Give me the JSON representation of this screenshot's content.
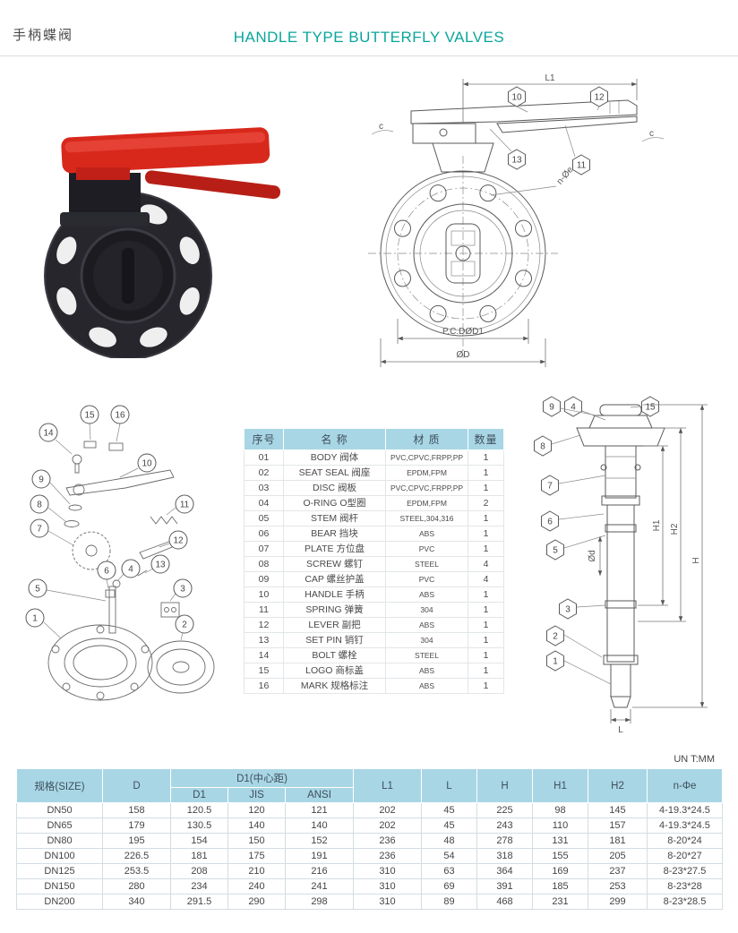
{
  "page": {
    "title_cn": "手柄蝶阀",
    "title_en": "HANDLE TYPE BUTTERFLY VALVES",
    "accent_color": "#0aa69a",
    "table_header_color": "#a9d6e5",
    "handle_color": "#d8281c"
  },
  "front_view": {
    "dim_l1": "L1",
    "callout_10": "10",
    "callout_12": "12",
    "callout_13": "13",
    "callout_11": "11",
    "label_ne": "n-Øe",
    "label_pcd": "P.C.DØD1",
    "label_d": "ØD",
    "mark_c_left": "c",
    "mark_c_right": "c"
  },
  "exploded_view": {
    "callouts": [
      "14",
      "15",
      "16",
      "10",
      "9",
      "8",
      "11",
      "7",
      "12",
      "13",
      "4",
      "6",
      "5",
      "3",
      "1",
      "2"
    ]
  },
  "section_view": {
    "callouts": [
      "9",
      "4",
      "15",
      "8",
      "7",
      "6",
      "5",
      "3",
      "2",
      "1"
    ],
    "dim_h1": "H1",
    "dim_h2": "H2",
    "dim_h": "H",
    "dim_l": "L",
    "dim_d": "Ød"
  },
  "parts_table": {
    "headers": [
      "序号",
      "名 称",
      "材 质",
      "数量"
    ],
    "rows": [
      [
        "01",
        "BODY 阀体",
        "PVC,CPVC,FRPP,PP",
        "1"
      ],
      [
        "02",
        "SEAT SEAL 阀座",
        "EPDM,FPM",
        "1"
      ],
      [
        "03",
        "DISC 阀板",
        "PVC,CPVC,FRPP,PP",
        "1"
      ],
      [
        "04",
        "O-RING O型圈",
        "EPDM,FPM",
        "2"
      ],
      [
        "05",
        "STEM 阀杆",
        "STEEL,304,316",
        "1"
      ],
      [
        "06",
        "BEAR 挡块",
        "ABS",
        "1"
      ],
      [
        "07",
        "PLATE 方位盘",
        "PVC",
        "1"
      ],
      [
        "08",
        "SCREW 螺钉",
        "STEEL",
        "4"
      ],
      [
        "09",
        "CAP 螺丝护盖",
        "PVC",
        "4"
      ],
      [
        "10",
        "HANDLE 手柄",
        "ABS",
        "1"
      ],
      [
        "11",
        "SPRING 弹簧",
        "304",
        "1"
      ],
      [
        "12",
        "LEVER 副把",
        "ABS",
        "1"
      ],
      [
        "13",
        "SET PIN 销钉",
        "304",
        "1"
      ],
      [
        "14",
        "BOLT 螺栓",
        "STEEL",
        "1"
      ],
      [
        "15",
        "LOGO 商标盖",
        "ABS",
        "1"
      ],
      [
        "16",
        "MARK 规格标注",
        "ABS",
        "1"
      ]
    ]
  },
  "size_table": {
    "unit_note": "UN T:MM",
    "header": {
      "size": "规格(SIZE)",
      "d": "D",
      "d1_group": "D1(中心距)",
      "d1": "D1",
      "jis": "JIS",
      "ansi": "ANSI",
      "l1": "L1",
      "l": "L",
      "h": "H",
      "h1": "H1",
      "h2": "H2",
      "ne": "n-Φe"
    },
    "rows": [
      [
        "DN50",
        "158",
        "120.5",
        "120",
        "121",
        "202",
        "45",
        "225",
        "98",
        "145",
        "4-19.3*24.5"
      ],
      [
        "DN65",
        "179",
        "130.5",
        "140",
        "140",
        "202",
        "45",
        "243",
        "110",
        "157",
        "4-19.3*24.5"
      ],
      [
        "DN80",
        "195",
        "154",
        "150",
        "152",
        "236",
        "48",
        "278",
        "131",
        "181",
        "8-20*24"
      ],
      [
        "DN100",
        "226.5",
        "181",
        "175",
        "191",
        "236",
        "54",
        "318",
        "155",
        "205",
        "8-20*27"
      ],
      [
        "DN125",
        "253.5",
        "208",
        "210",
        "216",
        "310",
        "63",
        "364",
        "169",
        "237",
        "8-23*27.5"
      ],
      [
        "DN150",
        "280",
        "234",
        "240",
        "241",
        "310",
        "69",
        "391",
        "185",
        "253",
        "8-23*28"
      ],
      [
        "DN200",
        "340",
        "291.5",
        "290",
        "298",
        "310",
        "89",
        "468",
        "231",
        "299",
        "8-23*28.5"
      ]
    ]
  }
}
